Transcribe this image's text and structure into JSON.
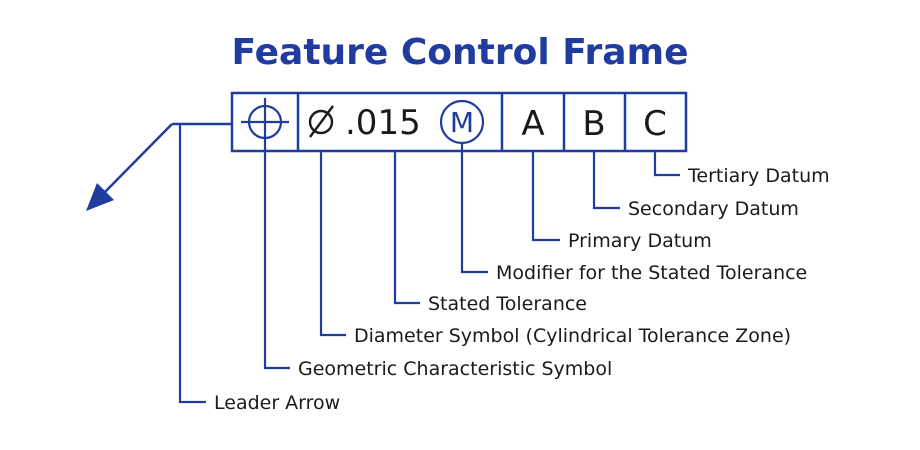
{
  "title": "Feature Control Frame",
  "frame": {
    "tolerance_value": ".015",
    "modifier_letter": "M",
    "datums": [
      "A",
      "B",
      "C"
    ]
  },
  "labels": {
    "tertiary_datum": "Tertiary Datum",
    "secondary_datum": "Secondary Datum",
    "primary_datum": "Primary Datum",
    "modifier": "Modifier for the Stated Tolerance",
    "stated_tolerance": "Stated Tolerance",
    "diameter_symbol": "Diameter Symbol (Cylindrical Tolerance Zone)",
    "geometric_symbol": "Geometric Characteristic Symbol",
    "leader_arrow": "Leader Arrow"
  },
  "colors": {
    "primary": "#1f3c9e",
    "text": "#1a1a1a"
  }
}
